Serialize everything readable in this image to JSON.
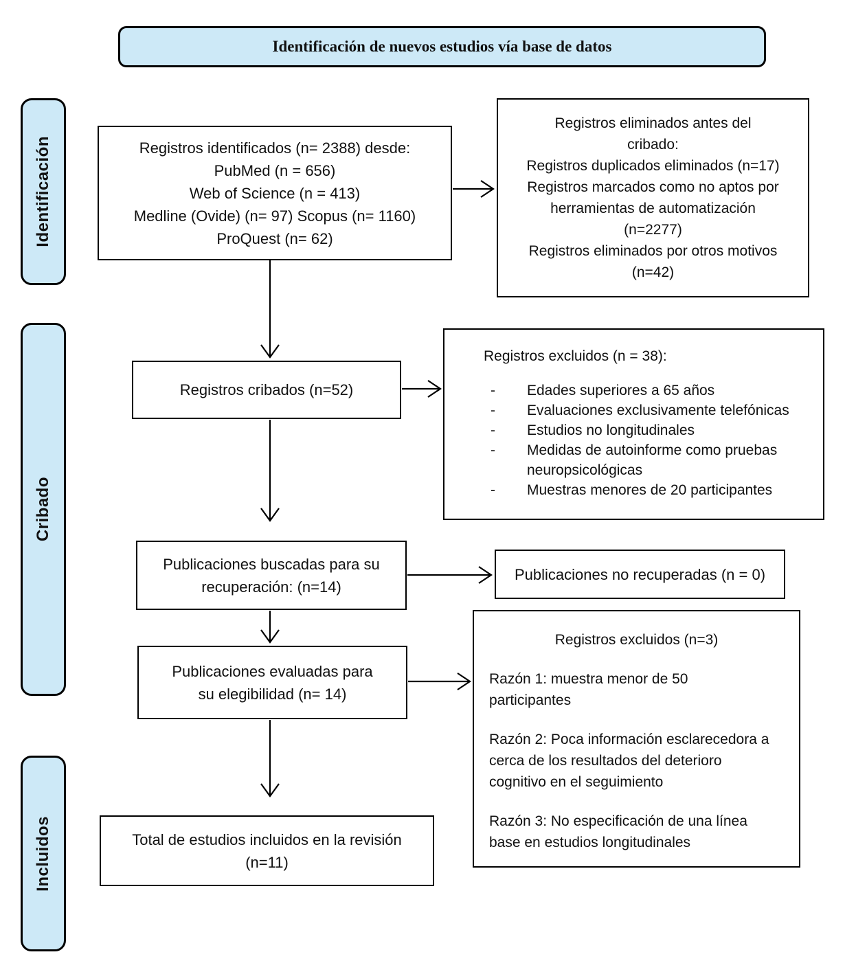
{
  "title": "Identificación de nuevos estudios vía base de datos",
  "sidebar": {
    "identification": "Identificación",
    "screening": "Cribado",
    "included": "Incluidos"
  },
  "boxes": {
    "identified": {
      "lines": [
        "Registros identificados (n= 2388) desde:",
        "PubMed (n = 656)",
        "Web of Science (n = 413)",
        "Medline (Ovide) (n= 97) Scopus (n= 1160)",
        "ProQuest (n= 62)"
      ]
    },
    "removed_before_screening": {
      "lines": [
        "Registros eliminados antes del",
        "cribado:",
        "Registros duplicados eliminados (n=17)",
        "Registros marcados como no aptos por",
        "herramientas de automatización",
        "(n=2277)",
        "Registros eliminados por otros motivos",
        "(n=42)"
      ]
    },
    "screened": {
      "text": "Registros cribados (n=52)"
    },
    "excluded_38": {
      "heading": "Registros excluidos (n = 38):",
      "marker": "-",
      "items": [
        "Edades superiores a 65 años",
        "Evaluaciones exclusivamente telefónicas",
        "Estudios no longitudinales",
        "Medidas de autoinforme como pruebas neuropsicológicas",
        "Muestras menores de 20 participantes"
      ]
    },
    "sought": {
      "lines": [
        "Publicaciones buscadas para su",
        "recuperación: (n=14)"
      ]
    },
    "not_retrieved": {
      "text": "Publicaciones no recuperadas (n = 0)"
    },
    "assessed": {
      "lines": [
        "Publicaciones evaluadas para",
        "su elegibilidad (n= 14)"
      ]
    },
    "excluded_3": {
      "heading": "Registros excluidos (n=3)",
      "reasons": [
        {
          "lines": [
            "Razón 1: muestra menor de 50",
            "participantes"
          ]
        },
        {
          "lines": [
            "Razón 2: Poca información esclarecedora a",
            "cerca de los resultados del deterioro",
            "cognitivo en el seguimiento"
          ]
        },
        {
          "lines": [
            "Razón 3: No especificación de una línea",
            "base en estudios longitudinales"
          ]
        }
      ]
    },
    "total_included": {
      "lines": [
        "Total de estudios incluidos en la revisión",
        "(n=11)"
      ]
    }
  },
  "colors": {
    "stage_fill": "#cde9f7",
    "box_border": "#000000",
    "background": "#ffffff"
  }
}
